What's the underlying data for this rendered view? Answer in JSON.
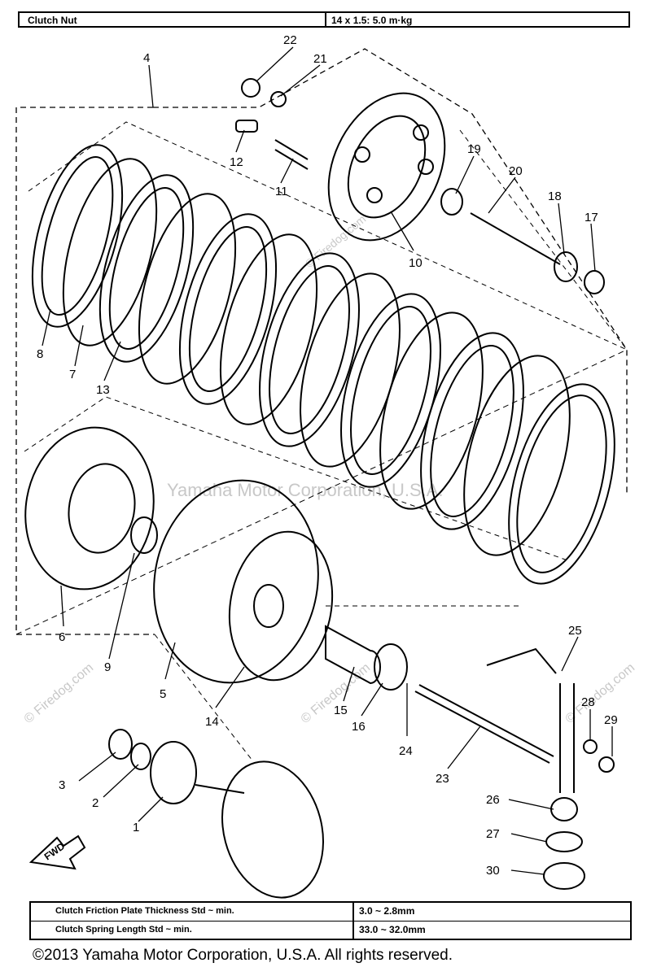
{
  "spec_top": {
    "name": "Clutch Nut",
    "value": "14 x 1.5: 5.0 m·kg"
  },
  "spec_bottom": [
    {
      "name": "Clutch Friction Plate Thickness Std ~ min.",
      "value": "3.0 ~ 2.8mm"
    },
    {
      "name": "Clutch Spring Length Std ~ min.",
      "value": "33.0 ~ 32.0mm"
    }
  ],
  "watermarks": {
    "firedog": "© Firedog.com",
    "yamaha": "Yamaha Motor Corporation, U.S.A."
  },
  "fwd_label": "FWD",
  "copyright": "©2013 Yamaha Motor Corporation, U.S.A. All rights reserved.",
  "callouts": [
    "1",
    "2",
    "3",
    "4",
    "5",
    "6",
    "7",
    "8",
    "9",
    "10",
    "11",
    "12",
    "13",
    "14",
    "15",
    "16",
    "17",
    "18",
    "19",
    "20",
    "21",
    "22",
    "23",
    "24",
    "25",
    "26",
    "27",
    "28",
    "29",
    "30"
  ]
}
